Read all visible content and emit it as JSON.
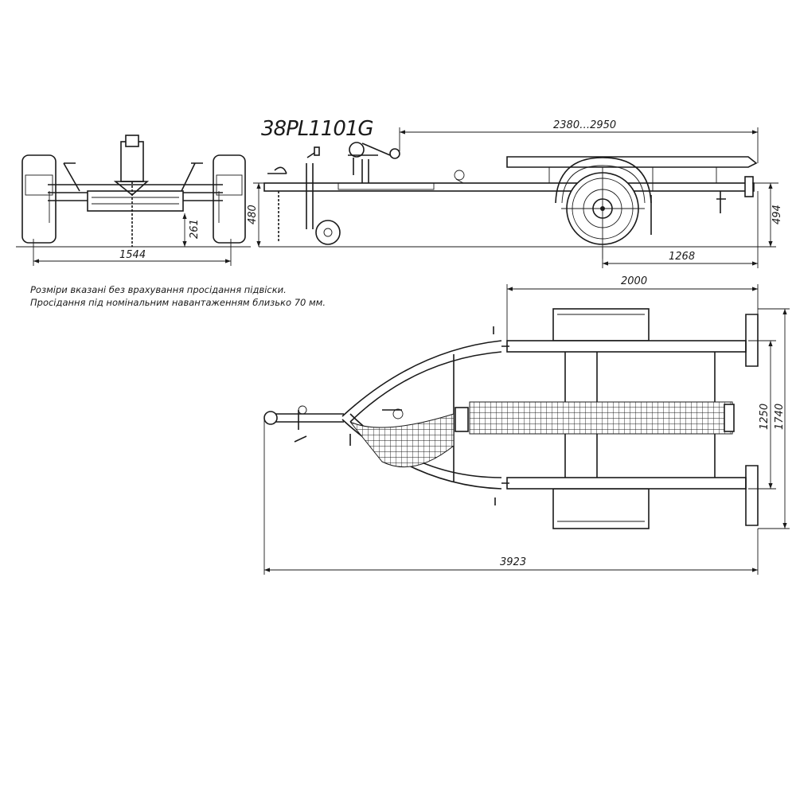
{
  "title": "38PL1101G",
  "notes": [
    "Розміри вказані без врахування просідання підвіски.",
    "Просідання під номінальним навантаженням близько 70 мм."
  ],
  "dimensions": {
    "front_width": "1544",
    "front_frame_height": "261",
    "side_hitch_height": "480",
    "side_rear_height": "494",
    "side_deck_length": "2380…2950",
    "side_axle_to_rear": "1268",
    "top_deck_length": "2000",
    "top_rail_spacing": "1250",
    "top_overall_width": "1740",
    "top_overall_length": "3923"
  }
}
